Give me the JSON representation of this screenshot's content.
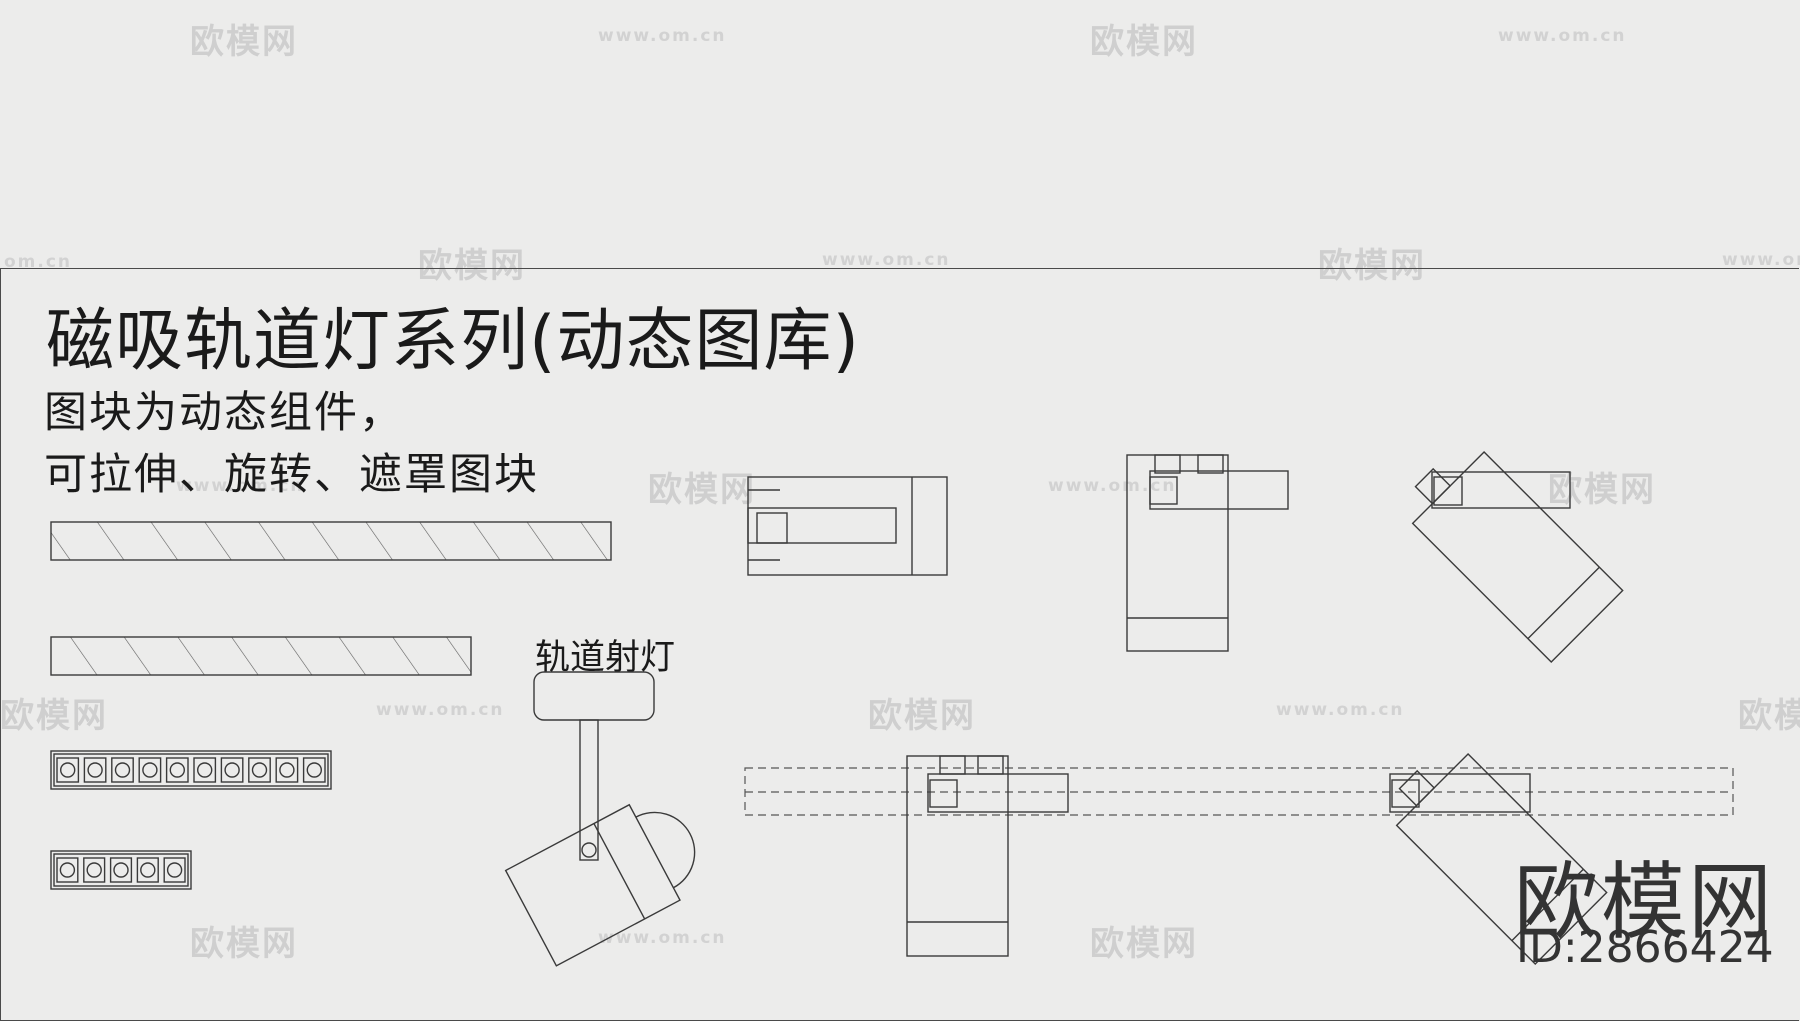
{
  "title": "磁吸轨道灯系列(动态图库)",
  "subtitle_line1": "图块为动态组件，",
  "subtitle_line2": "可拉伸、旋转、遮罩图块",
  "spotlight_label": "轨道射灯",
  "brand": {
    "name": "欧模网",
    "id": "ID:2866424"
  },
  "watermark": {
    "text": "欧模网",
    "url": "www.om.cn",
    "url_short": "om.cn"
  },
  "colors": {
    "background": "#ececeb",
    "line": "#3a3a3a",
    "watermark": "#cfcfcf"
  }
}
